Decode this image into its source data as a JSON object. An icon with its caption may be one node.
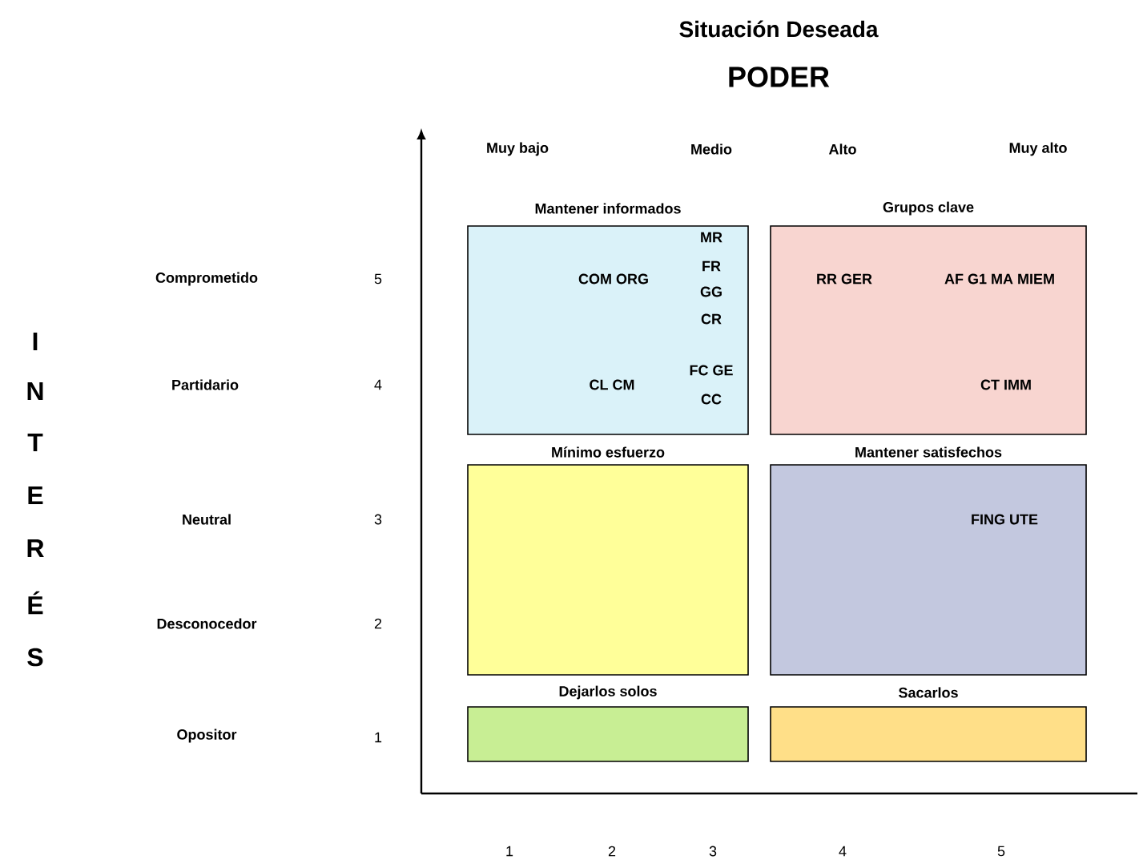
{
  "diagram": {
    "title": "Situación Deseada",
    "nodes": [
      {
        "text": [
          "Mantener informados",
          "MR",
          "COM ORG",
          "FR",
          "GG",
          "CR",
          "FC GE",
          "CL CM",
          "CC"
        ]
      },
      {
        "text": [
          "Grupos clave",
          "RR GER",
          "AF G1 MA MIEM",
          "CT IMM"
        ]
      },
      {
        "text": [
          "Mínimo esfuerzo"
        ]
      },
      {
        "text": [
          "Mantener satisfechos",
          "FING UTE"
        ]
      },
      {
        "text": [
          "Dejarlos solos"
        ]
      },
      {
        "text": [
          "Sacarlos"
        ]
      }
    ],
    "labels": [
      "PODER",
      "Muy bajo",
      "Medio",
      "Alto",
      "Muy alto",
      "Comprometido",
      "5",
      "I",
      "N",
      "Partidario",
      "4",
      "T",
      "E",
      "R",
      "Neutral",
      "3",
      "É",
      "Desconocedor",
      "2",
      "S",
      "Opositor",
      "1",
      "1",
      "2",
      "3",
      "4",
      "5"
    ]
  }
}
